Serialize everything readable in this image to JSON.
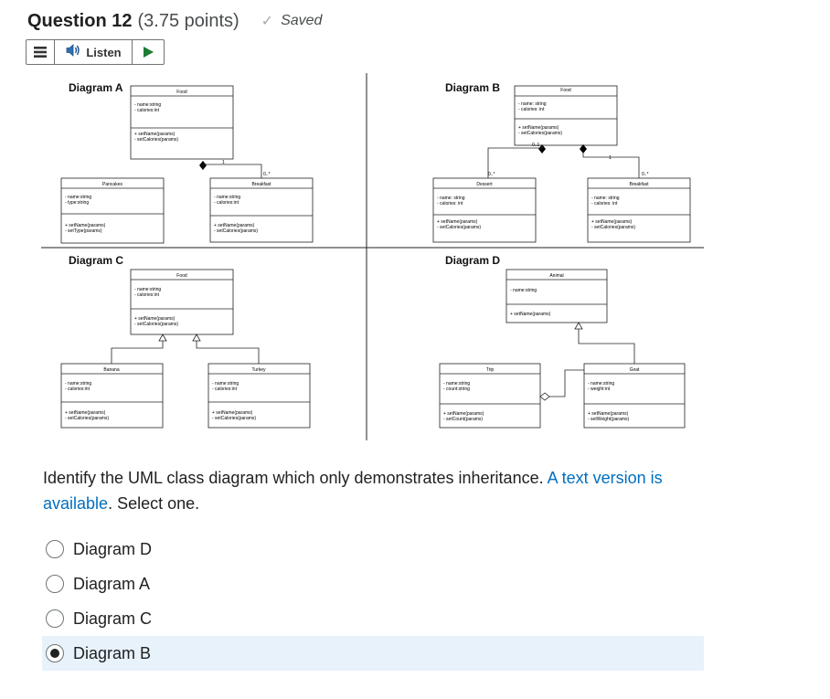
{
  "header": {
    "question_label": "Question 12",
    "points": "(3.75 points)",
    "saved_text": "Saved",
    "saved_icon": "checkmark-icon"
  },
  "listen_bar": {
    "menu_icon": "hamburger-menu-icon",
    "speaker_icon": "speaker-icon",
    "listen_label": "Listen",
    "play_icon": "play-icon"
  },
  "diagram": {
    "a": {
      "title": "Diagram A",
      "food": {
        "name": "Food",
        "attrs": [
          "- name:string",
          "- calories:int"
        ],
        "methods": [
          "+ setName(params)",
          "- setCalories(params)"
        ]
      },
      "pancakes": {
        "name": "Pancakes",
        "attrs": [
          "- name:string",
          "- type:string"
        ],
        "methods": [
          "+ setName(params)",
          "- setType(params)"
        ]
      },
      "breakfast": {
        "name": "Breakfast",
        "attrs": [
          "- name:string",
          "- calories:int"
        ],
        "methods": [
          "+ setName(params)",
          "- setCalories(params)"
        ]
      },
      "mult_one": "1",
      "mult_many": "0..*"
    },
    "b": {
      "title": "Diagram B",
      "food": {
        "name": "Food",
        "attrs": [
          "- name: string",
          "- calories: int"
        ],
        "methods": [
          "+ setName(params)",
          "- setCalories(params)"
        ]
      },
      "dessert": {
        "name": "Dessert",
        "attrs": [
          "- name: string",
          "- calories: int"
        ],
        "methods": [
          "+ setName(params)",
          "- setCalories(params)"
        ]
      },
      "breakfast": {
        "name": "Breakfast",
        "attrs": [
          "- name: string",
          "- calories: int"
        ],
        "methods": [
          "+ setName(params)",
          "- setCalories(params)"
        ]
      },
      "mult_one_left": "0..1",
      "mult_one_right": "1",
      "mult_many_left": "0..*",
      "mult_many_right": "0..*"
    },
    "c": {
      "title": "Diagram C",
      "food": {
        "name": "Food",
        "attrs": [
          "- name:string",
          "- calories:int"
        ],
        "methods": [
          "+ setName(params)",
          "- setCalories(params)"
        ]
      },
      "banana": {
        "name": "Banana",
        "attrs": [
          "- name:string",
          "- calories:int"
        ],
        "methods": [
          "+ setName(params)",
          "- setCalories(params)"
        ]
      },
      "turkey": {
        "name": "Turkey",
        "attrs": [
          "- name:string",
          "- calories:int"
        ],
        "methods": [
          "+ setName(params)",
          "- setCalories(params)"
        ]
      }
    },
    "d": {
      "title": "Diagram D",
      "animal": {
        "name": "Animal",
        "attrs": [
          "- name:string"
        ],
        "methods": [
          "+ setName(params)"
        ]
      },
      "trip": {
        "name": "Trip",
        "attrs": [
          "- name:string",
          "- count:string"
        ],
        "methods": [
          "+ setName(params)",
          "- setCount(params)"
        ]
      },
      "goat": {
        "name": "Goat",
        "attrs": [
          "- name:string",
          "- weight:int"
        ],
        "methods": [
          "+ setName(params)",
          "- setWeight(params)"
        ]
      }
    }
  },
  "prompt": {
    "text_before": "Identify the UML class diagram which only demonstrates inheritance. ",
    "link_text": "A text version is available",
    "text_after": ". Select one."
  },
  "options": [
    {
      "label": "Diagram D",
      "selected": false
    },
    {
      "label": "Diagram A",
      "selected": false
    },
    {
      "label": "Diagram C",
      "selected": false
    },
    {
      "label": "Diagram B",
      "selected": true
    }
  ]
}
